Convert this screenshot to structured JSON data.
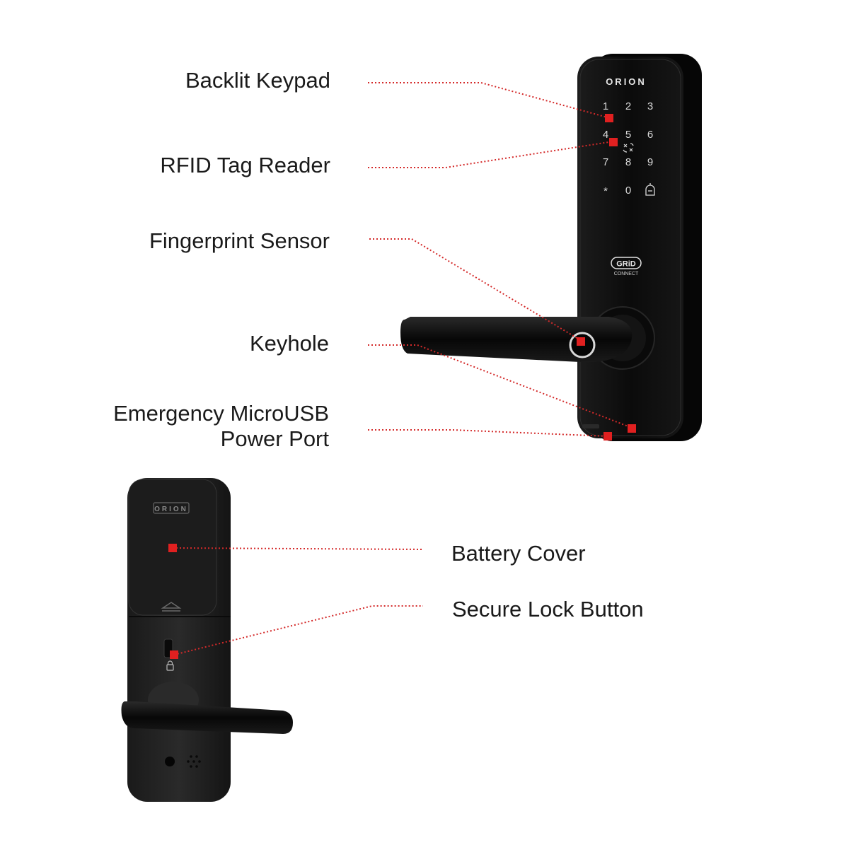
{
  "callouts_front": {
    "backlit_keypad": "Backlit Keypad",
    "rfid_reader": "RFID Tag Reader",
    "fingerprint_sensor": "Fingerprint Sensor",
    "keyhole": "Keyhole",
    "usb_port_line1": "Emergency MicroUSB",
    "usb_port_line2": "Power Port"
  },
  "callouts_back": {
    "battery_cover": "Battery Cover",
    "secure_lock_button": "Secure Lock Button"
  },
  "device_front": {
    "brand": "ORION",
    "keypad": [
      "1",
      "2",
      "3",
      "4",
      "5",
      "6",
      "7",
      "8",
      "9",
      "*",
      "0"
    ],
    "grid_logo": "GRiD",
    "grid_sub": "CONNECT"
  },
  "device_back": {
    "brand": "ORION"
  },
  "colors": {
    "marker": "#e02020",
    "leader": "#d42a2a",
    "body": "#111111"
  }
}
